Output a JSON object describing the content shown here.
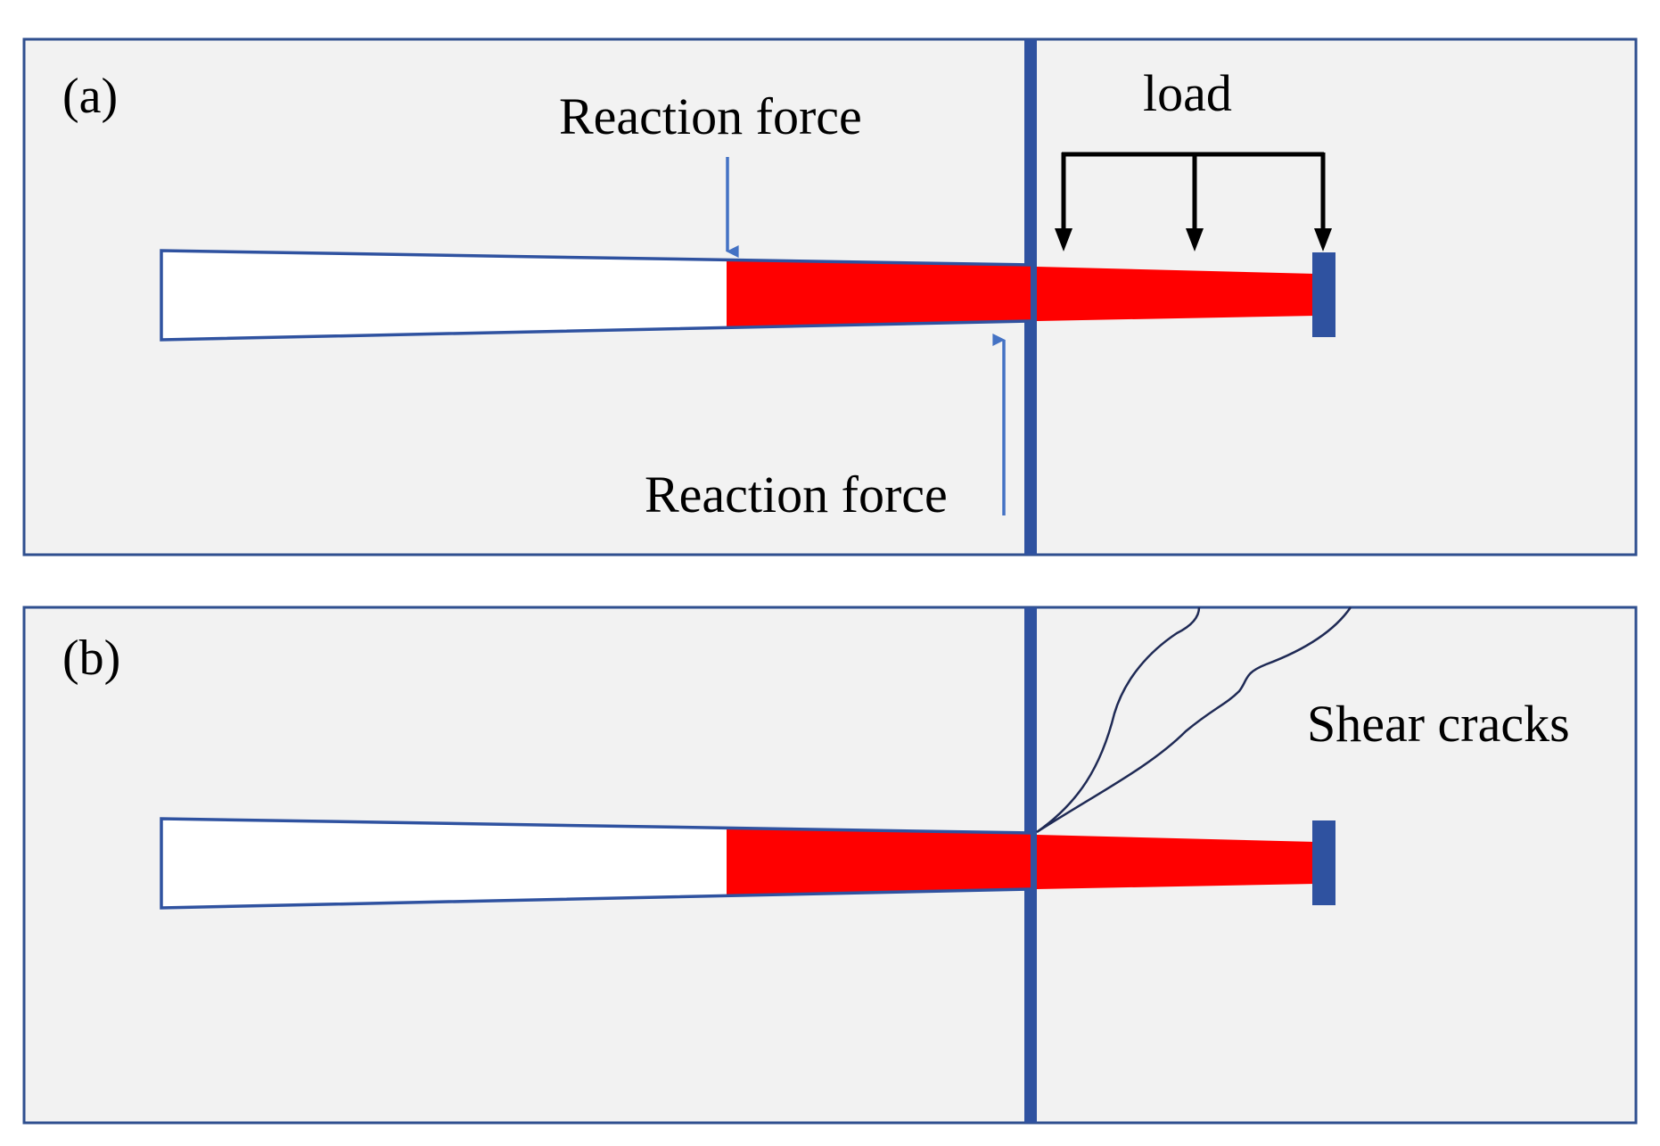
{
  "panels": [
    {
      "label": "(a)",
      "annotations": {
        "reaction_force_top": "Reaction force",
        "reaction_force_bottom": "Reaction force",
        "load": "load"
      }
    },
    {
      "label": "(b)",
      "annotations": {
        "shear_cracks": "Shear cracks"
      }
    }
  ],
  "colors": {
    "panel_background": "#f2f2f2",
    "panel_border": "#2f4f8f",
    "wall": "#2f52a0",
    "bar_outline": "#2f52a0",
    "bar_embedded": "#ff0000",
    "bar_free": "#ffffff",
    "reaction_arrow": "#4472c4",
    "load_arrow": "#000000",
    "crack_line": "#1f2a55",
    "end_plate": "#2f52a0"
  },
  "icons": {
    "reaction_arrow": "arrow-down-icon / arrow-up-icon",
    "load_arrows": "distributed-load-arrows-icon"
  }
}
